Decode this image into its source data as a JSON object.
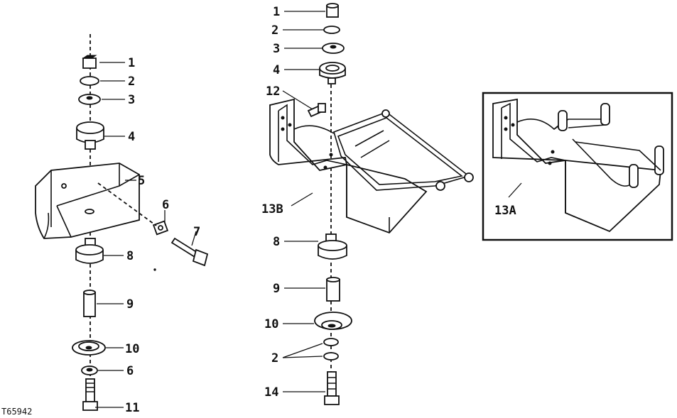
{
  "figure_id": "T65942",
  "callouts": {
    "left": [
      "1",
      "2",
      "3",
      "4",
      "5",
      "6",
      "7",
      "8",
      "9",
      "10",
      "6",
      "11"
    ],
    "center": [
      "1",
      "2",
      "3",
      "4",
      "12",
      "13B",
      "8",
      "9",
      "10",
      "2",
      "14"
    ],
    "inset": "13A"
  }
}
